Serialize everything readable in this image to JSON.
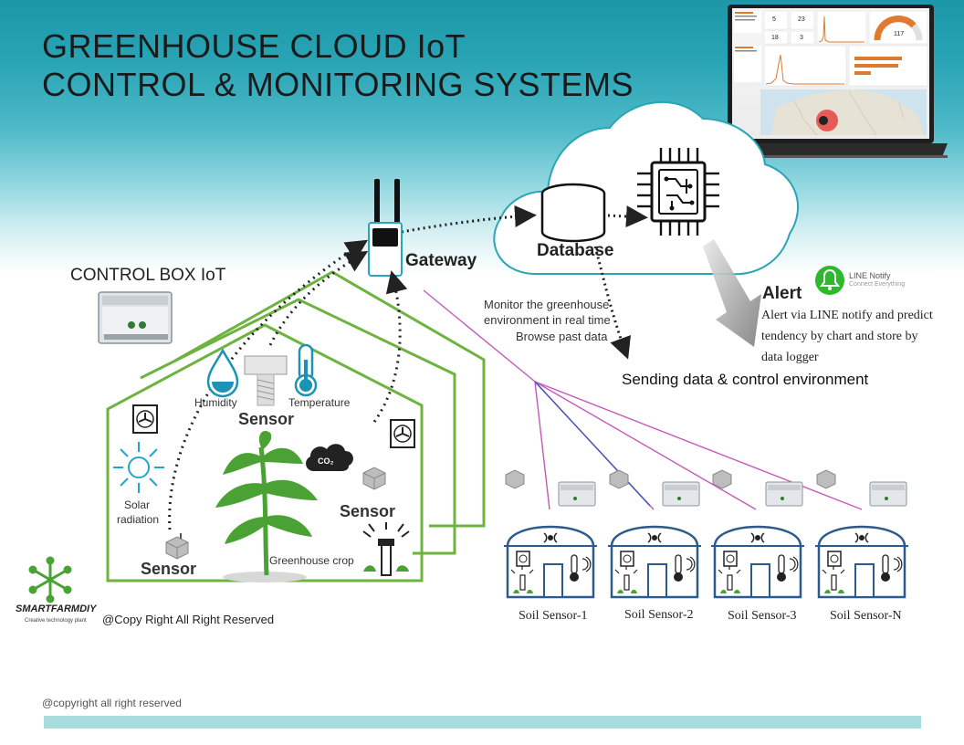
{
  "title": {
    "line1": "GREENHOUSE CLOUD IoT",
    "line2": "CONTROL & MONITORING SYSTEMS"
  },
  "control_box": {
    "label": "CONTROL BOX IoT"
  },
  "gateway": {
    "label": "Gateway"
  },
  "cloud": {
    "database_label": "Database"
  },
  "monitor": {
    "line1": "Monitor the greenhouse",
    "line2": "environment in real time",
    "line3": "Browse past data"
  },
  "alert": {
    "heading": "Alert",
    "line_notify_name": "LINE Notify",
    "line_notify_tagline": "Connect Everything",
    "line1": "Alert via LINE notify and predict",
    "line2": "tendency by chart and store by",
    "line3": "data logger"
  },
  "sending_label": "Sending data & control environment",
  "greenhouse": {
    "humidity": "Humidity",
    "temperature": "Temperature",
    "sensor_top": "Sensor",
    "sensor_right": "Sensor",
    "sensor_left": "Sensor",
    "co2": "CO₂",
    "solar_line1": "Solar",
    "solar_line2": "radiation",
    "crop": "Greenhouse crop"
  },
  "soil_sensors": [
    "Soil Sensor-1",
    "Soil Sensor-2",
    "Soil Sensor-3",
    "Soil Sensor-N"
  ],
  "brand": {
    "name": "SMARTFARMDIY",
    "tagline": "Creative technology plant"
  },
  "copyright_main": "@Copy Right All Right Reserved",
  "copyright_footer": "@copyright  all right reserved",
  "laptop": {
    "kpi_values": [
      "5",
      "23",
      "18",
      "3",
      "117"
    ]
  },
  "colors": {
    "teal": "#1b97a8",
    "greenhouse_green": "#6db33f",
    "pink_lines": "#c45ab8",
    "soil_house_blue": "#2d5a8c",
    "orange": "#e07a2f",
    "footer_bar": "#a8dcdc"
  }
}
